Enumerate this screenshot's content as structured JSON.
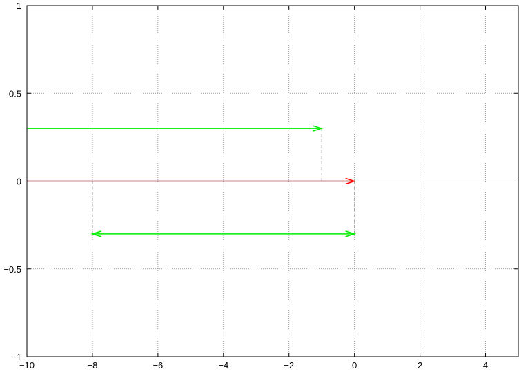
{
  "chart_data": {
    "type": "line",
    "title": "",
    "xlabel": "",
    "ylabel": "",
    "xlim": [
      -10,
      5
    ],
    "ylim": [
      -1,
      1
    ],
    "grid": true,
    "xticks": [
      {
        "v": -10,
        "label": "−10"
      },
      {
        "v": -8,
        "label": "−8"
      },
      {
        "v": -6,
        "label": "−6"
      },
      {
        "v": -4,
        "label": "−4"
      },
      {
        "v": -2,
        "label": "−2"
      },
      {
        "v": 0,
        "label": "0"
      },
      {
        "v": 2,
        "label": "2"
      },
      {
        "v": 4,
        "label": "4"
      }
    ],
    "yticks": [
      {
        "v": -1,
        "label": "−1"
      },
      {
        "v": -0.5,
        "label": "−0.5"
      },
      {
        "v": 0,
        "label": "0"
      },
      {
        "v": 0.5,
        "label": "0.5"
      },
      {
        "v": 1,
        "label": "1"
      }
    ],
    "series": [
      {
        "name": "zero-line",
        "color": "#000000",
        "x": [
          0,
          5
        ],
        "y": [
          0,
          0
        ]
      }
    ],
    "arrows": [
      {
        "name": "green-arrow-top",
        "color": "#00ee00",
        "from": [
          -10,
          0.3
        ],
        "to": [
          -1,
          0.3
        ],
        "heads": "end"
      },
      {
        "name": "red-arrow",
        "color": "#a00000",
        "head_color": "#ff0000",
        "from": [
          -10,
          0
        ],
        "to": [
          0,
          0
        ],
        "heads": "end"
      },
      {
        "name": "green-arrow-bottom",
        "color": "#00ee00",
        "from": [
          -8,
          -0.3
        ],
        "to": [
          0,
          -0.3
        ],
        "heads": "both"
      }
    ],
    "dashed_lines": [
      {
        "from": [
          -1,
          0.3
        ],
        "to": [
          -1,
          0
        ]
      },
      {
        "from": [
          -8,
          0
        ],
        "to": [
          -8,
          -0.3
        ]
      },
      {
        "from": [
          0,
          0
        ],
        "to": [
          0,
          -0.3
        ]
      }
    ]
  }
}
